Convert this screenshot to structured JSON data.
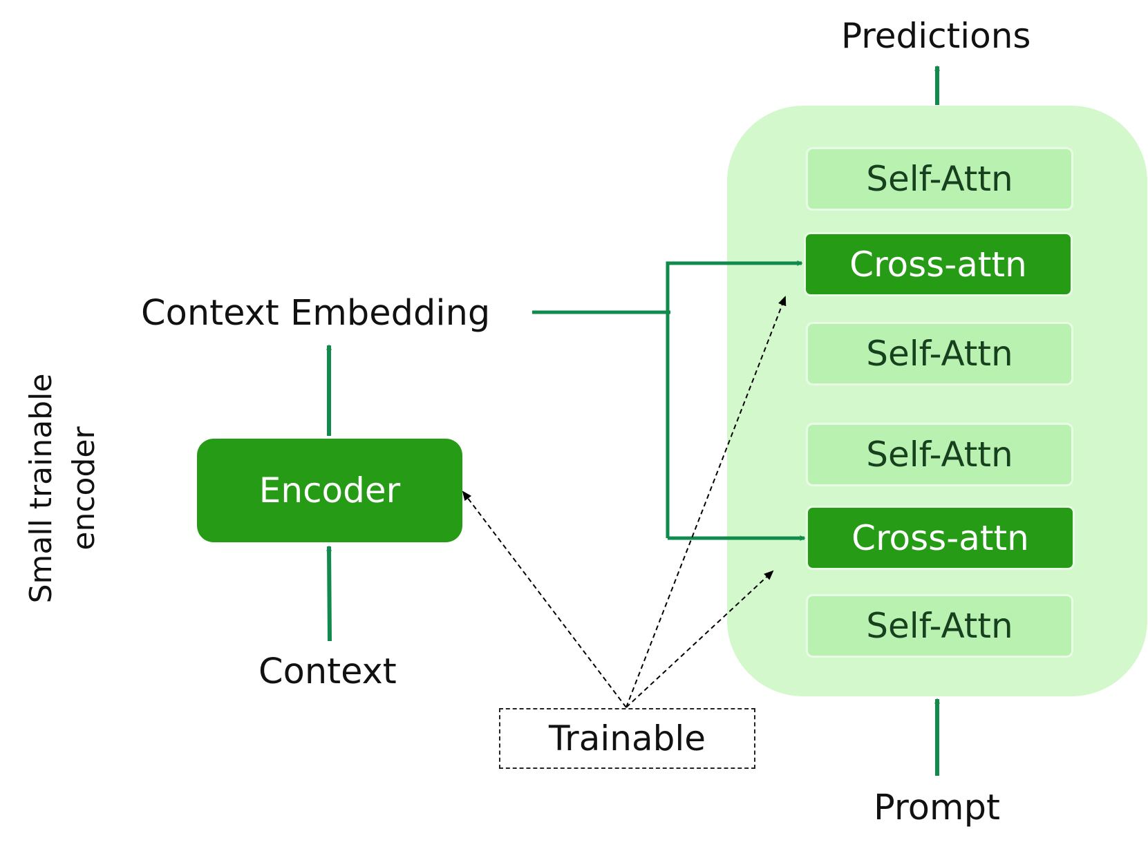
{
  "labels": {
    "predictions": "Predictions",
    "context_embedding": "Context Embedding",
    "context": "Context",
    "prompt": "Prompt",
    "encoder": "Encoder",
    "trainable": "Trainable",
    "side_line1": "Small trainable",
    "side_line2": "encoder"
  },
  "decoder_layers": [
    "Self-Attn",
    "Cross-attn",
    "Self-Attn",
    "Self-Attn",
    "Cross-attn",
    "Self-Attn"
  ],
  "colors": {
    "arrow_green": "#118a4e",
    "panel_bg": "#d3f8cb",
    "self_attn_bg": "#b9f1b0",
    "cross_attn_bg": "#259b16",
    "encoder_bg": "#259b16"
  }
}
